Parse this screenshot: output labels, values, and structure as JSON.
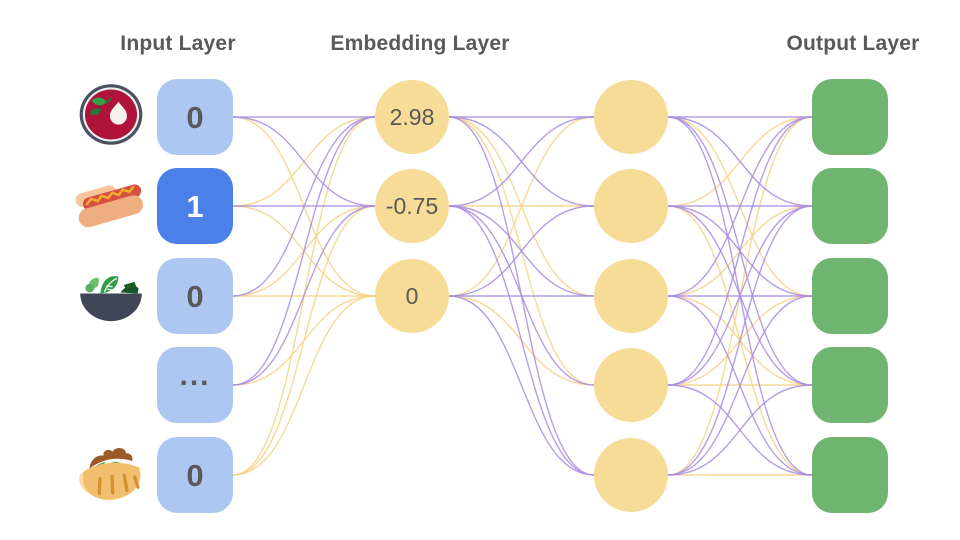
{
  "diagram": {
    "titles": {
      "input": "Input Layer",
      "embedding": "Embedding Layer",
      "output": "Output Layer"
    },
    "input_layer": {
      "nodes": [
        {
          "icon": "soup-bowl-icon",
          "value": "0",
          "active": false
        },
        {
          "icon": "hotdog-icon",
          "value": "1",
          "active": true
        },
        {
          "icon": "salad-icon",
          "value": "0",
          "active": false
        },
        {
          "icon": null,
          "value": "...",
          "active": false
        },
        {
          "icon": "pita-icon",
          "value": "0",
          "active": false
        }
      ]
    },
    "embedding_layer": {
      "values": [
        "2.98",
        "-0.75",
        "0"
      ]
    },
    "hidden_layer": {
      "count": 5
    },
    "output_layer": {
      "count": 5
    },
    "colors": {
      "input_node": "#aec7f2",
      "input_node_active": "#4b80e8",
      "input_text": "#595959",
      "input_text_active": "#ffffff",
      "embedding_node": "#f6dc96",
      "embedding_text": "#5a5a5c",
      "hidden_node": "#f6dc96",
      "output_node": "#6fb470",
      "edge_purple": "#a98ce0",
      "edge_yellow": "#f6d184",
      "title_text": "#58595b"
    },
    "edges": {
      "input_to_embedding": [
        [
          "p",
          "p",
          "y"
        ],
        [
          "y",
          "p",
          "y"
        ],
        [
          "p",
          "y",
          "y"
        ],
        [
          "p",
          "p",
          "y"
        ],
        [
          "y",
          "y",
          "y"
        ]
      ],
      "embedding_to_hidden": [
        [
          "p",
          "p",
          "y",
          "y",
          "p"
        ],
        [
          "p",
          "y",
          "p",
          "p",
          "p"
        ],
        [
          "y",
          "p",
          "p",
          "y",
          "p"
        ]
      ],
      "hidden_to_output": [
        [
          "p",
          "p",
          "y",
          "p",
          "p"
        ],
        [
          "y",
          "p",
          "p",
          "p",
          "y"
        ],
        [
          "p",
          "y",
          "p",
          "y",
          "p"
        ],
        [
          "p",
          "p",
          "y",
          "y",
          "p"
        ],
        [
          "y",
          "p",
          "p",
          "p",
          "y"
        ]
      ]
    }
  }
}
